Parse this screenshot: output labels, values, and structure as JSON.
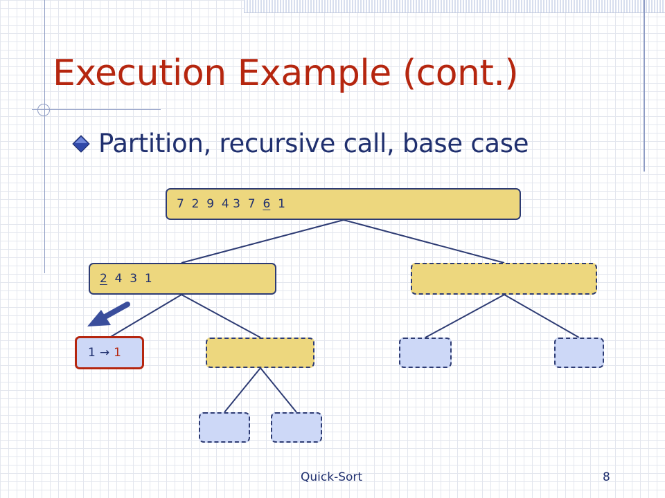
{
  "slide": {
    "title": "Execution Example (cont.)",
    "bullet": "Partition, recursive call, base case",
    "footer": "Quick-Sort",
    "page_number": "8"
  },
  "tree": {
    "root": {
      "tokens": [
        "7",
        "2",
        "9",
        "4",
        "3",
        "7",
        "6",
        "1"
      ],
      "pivot": "6",
      "sep": [
        "  ",
        "  ",
        "  ",
        " ",
        "  ",
        "  ",
        "  ",
        ""
      ]
    },
    "left": {
      "tokens": [
        "2",
        "4",
        "3",
        "1"
      ],
      "pivot": "2"
    },
    "base_case": {
      "input": "1",
      "arrow": "→",
      "output": "1"
    }
  },
  "colors": {
    "title_red": "#b5260f",
    "text_blue": "#1f2f6e",
    "node_gold": "#edd77e",
    "node_blue": "#cdd8f7",
    "border_navy": "#2d3b73",
    "pointer_arrow": "#3a4e9c"
  },
  "icons": {
    "bullet": "diamond-bullet-icon",
    "pointer": "pointer-arrow-icon"
  }
}
